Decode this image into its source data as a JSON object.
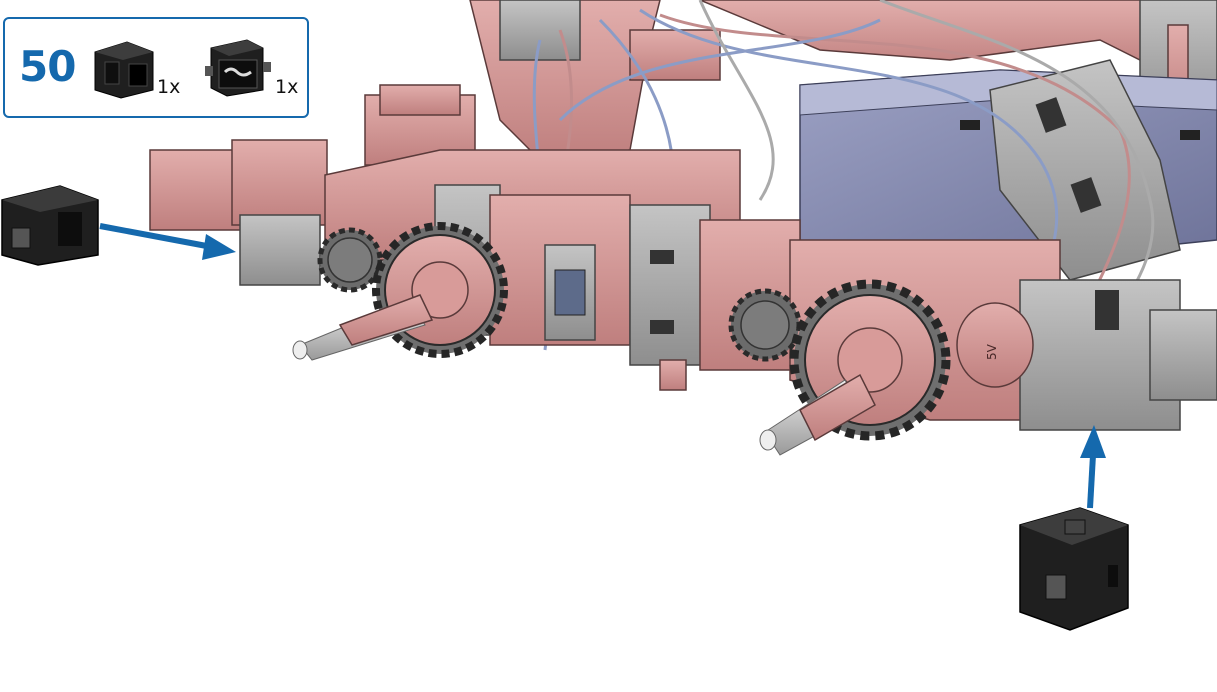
{
  "step": {
    "number": "50",
    "parts": [
      {
        "icon": "black-building-block-icon",
        "quantity": "1x"
      },
      {
        "icon": "black-building-block-with-pins-icon",
        "quantity": "1x"
      }
    ]
  },
  "scene": {
    "subject": "robot-base-assembly",
    "label_5v": "5V"
  },
  "colors": {
    "accent": "#1569ad",
    "brick_pink": "#d49a98",
    "brick_gray": "#a5a5a5",
    "block_black": "#222222",
    "motor_blue": "#8a8fb2"
  }
}
